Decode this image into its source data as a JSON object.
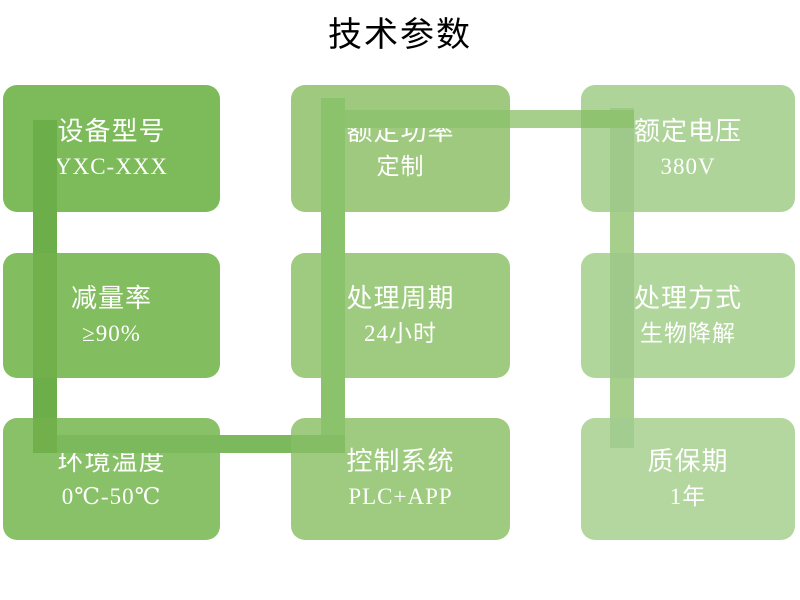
{
  "page": {
    "title": "技术参数",
    "background": "#ffffff",
    "title_color": "#000000"
  },
  "palette": {
    "green_dark": "#6eb04a",
    "green_mid": "#80bb60",
    "green_light": "#9cc97f",
    "green_lighter": "#a9cf90",
    "green_pale": "#b7d89e",
    "connector_dark": "#6cae4a",
    "connector_mid": "#7cb85c",
    "connector_light": "#a6cf8c",
    "connector_pale": "#bcdca6",
    "text_white": "#ffffff"
  },
  "cards": [
    {
      "id": "device-model",
      "label": "设备型号",
      "value": "YXC-XXX",
      "color": "#7cba5a",
      "row": 1,
      "col": 1
    },
    {
      "id": "rated-power",
      "label": "额定功率",
      "value": "定制",
      "color": "#9ec97f",
      "row": 1,
      "col": 2
    },
    {
      "id": "rated-voltage",
      "label": "额定电压",
      "value": "380V",
      "color": "#afd49a",
      "row": 1,
      "col": 3
    },
    {
      "id": "reduction-rate",
      "label": "减量率",
      "value": "≥90%",
      "color": "#82bd60",
      "row": 2,
      "col": 1
    },
    {
      "id": "treatment-cycle",
      "label": "处理周期",
      "value": "24小时",
      "color": "#9ecb80",
      "row": 2,
      "col": 2
    },
    {
      "id": "treatment-method",
      "label": "处理方式",
      "value": "生物降解",
      "color": "#b1d69c",
      "row": 2,
      "col": 3
    },
    {
      "id": "ambient-temp",
      "label": "环境温度",
      "value": "0℃-50℃",
      "color": "#88c167",
      "row": 3,
      "col": 1
    },
    {
      "id": "control-system",
      "label": "控制系统",
      "value": "PLC+APP",
      "color": "#9ecb80",
      "row": 3,
      "col": 2
    },
    {
      "id": "warranty-period",
      "label": "质保期",
      "value": "1年",
      "color": "#b3d79e",
      "row": 3,
      "col": 3
    }
  ],
  "connectors": [
    {
      "id": "v-col1-row1-row2",
      "orientation": "vertical",
      "color": "#6cae4a"
    },
    {
      "id": "v-col1-row2-row3",
      "orientation": "vertical",
      "color": "#6cae4a"
    },
    {
      "id": "v-col2-row1-row2",
      "orientation": "vertical",
      "color": "#8bc36c"
    },
    {
      "id": "v-col2-row2-row3",
      "orientation": "vertical",
      "color": "#8bc36c"
    },
    {
      "id": "v-col3-row1-row2",
      "orientation": "vertical",
      "color": "#a6cf8c"
    },
    {
      "id": "v-col3-row2-row3",
      "orientation": "vertical",
      "color": "#bcdca6"
    },
    {
      "id": "h-row1-col2-col3",
      "orientation": "horizontal",
      "color": "#a6cf8c"
    },
    {
      "id": "h-row3-col1-col2",
      "orientation": "horizontal",
      "color": "#7cb85c"
    }
  ]
}
